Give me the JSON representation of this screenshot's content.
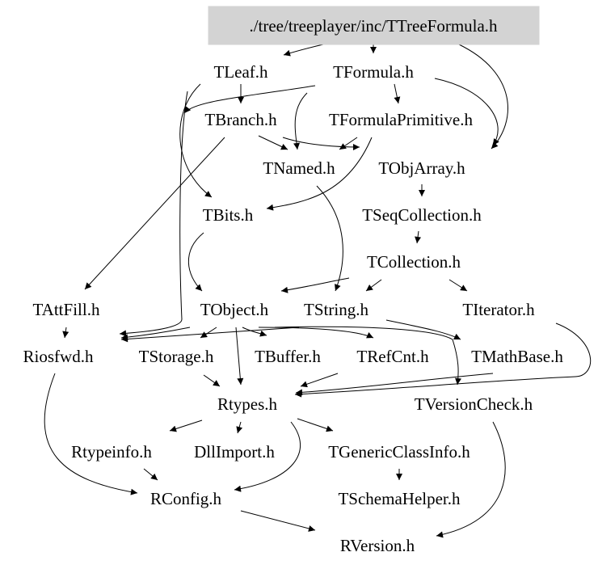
{
  "graph": {
    "root": "./tree/treeplayer/inc/TTreeFormula.h",
    "nodes": {
      "root": "./tree/treeplayer/inc/TTreeFormula.h",
      "tleaf": "TLeaf.h",
      "tformula": "TFormula.h",
      "tbranch": "TBranch.h",
      "tformulaprimitive": "TFormulaPrimitive.h",
      "tnamed": "TNamed.h",
      "tobjarray": "TObjArray.h",
      "tbits": "TBits.h",
      "tseqcollection": "TSeqCollection.h",
      "tcollection": "TCollection.h",
      "tattfill": "TAttFill.h",
      "tobject": "TObject.h",
      "tstring": "TString.h",
      "titerator": "TIterator.h",
      "riosfwd": "Riosfwd.h",
      "tstorage": "TStorage.h",
      "tbuffer": "TBuffer.h",
      "trefcnt": "TRefCnt.h",
      "tmathbase": "TMathBase.h",
      "rtypes": "Rtypes.h",
      "tversioncheck": "TVersionCheck.h",
      "rtypeinfo": "Rtypeinfo.h",
      "dllimport": "DllImport.h",
      "tgenericclassinfo": "TGenericClassInfo.h",
      "rconfig": "RConfig.h",
      "tschemahelper": "TSchemaHelper.h",
      "rversion": "RVersion.h"
    },
    "edges": [
      [
        "root",
        "tleaf"
      ],
      [
        "root",
        "tformula"
      ],
      [
        "root",
        "tobjarray"
      ],
      [
        "tleaf",
        "tbranch"
      ],
      [
        "tleaf",
        "tbits"
      ],
      [
        "tleaf",
        "riosfwd"
      ],
      [
        "tformula",
        "tformulaprimitive"
      ],
      [
        "tformula",
        "tnamed"
      ],
      [
        "tformula",
        "tobjarray"
      ],
      [
        "tformula",
        "riosfwd"
      ],
      [
        "tbranch",
        "tnamed"
      ],
      [
        "tbranch",
        "tobjarray"
      ],
      [
        "tbranch",
        "tattfill"
      ],
      [
        "tformulaprimitive",
        "tnamed"
      ],
      [
        "tformulaprimitive",
        "tbits"
      ],
      [
        "tnamed",
        "tstring"
      ],
      [
        "tobjarray",
        "tseqcollection"
      ],
      [
        "tseqcollection",
        "tcollection"
      ],
      [
        "tcollection",
        "tobject"
      ],
      [
        "tcollection",
        "tstring"
      ],
      [
        "tcollection",
        "titerator"
      ],
      [
        "tbits",
        "tobject"
      ],
      [
        "tattfill",
        "riosfwd"
      ],
      [
        "tobject",
        "riosfwd"
      ],
      [
        "tobject",
        "tstorage"
      ],
      [
        "tobject",
        "tbuffer"
      ],
      [
        "tobject",
        "trefcnt"
      ],
      [
        "tobject",
        "rtypes"
      ],
      [
        "tobject",
        "tversioncheck"
      ],
      [
        "tstring",
        "riosfwd"
      ],
      [
        "tstring",
        "tmathbase"
      ],
      [
        "titerator",
        "rtypes"
      ],
      [
        "riosfwd",
        "rconfig"
      ],
      [
        "tstorage",
        "rtypes"
      ],
      [
        "trefcnt",
        "rtypes"
      ],
      [
        "tmathbase",
        "rtypes"
      ],
      [
        "tversioncheck",
        "rversion"
      ],
      [
        "rtypes",
        "rtypeinfo"
      ],
      [
        "rtypes",
        "dllimport"
      ],
      [
        "rtypes",
        "tgenericclassinfo"
      ],
      [
        "rtypes",
        "rconfig"
      ],
      [
        "rtypeinfo",
        "rconfig"
      ],
      [
        "tgenericclassinfo",
        "tschemahelper"
      ],
      [
        "rconfig",
        "rversion"
      ]
    ]
  }
}
